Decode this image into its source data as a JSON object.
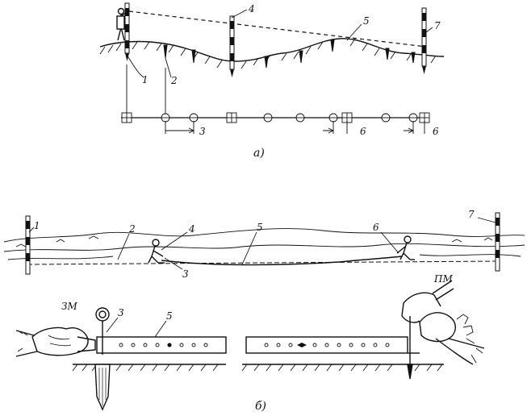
{
  "panel_a": {
    "caption": "а)",
    "labels": {
      "n1": "1",
      "n2": "2",
      "n3": "3",
      "n4": "4",
      "n5": "5",
      "n6a": "6",
      "n6b": "6",
      "n7": "7"
    }
  },
  "panel_b": {
    "caption": "б)",
    "labels": {
      "n1": "1",
      "n2": "2",
      "n3": "3",
      "n4": "4",
      "n5": "5",
      "n6": "6",
      "n7": "7",
      "zm": "ЗМ",
      "pm": "ПМ",
      "d3": "3",
      "d5": "5"
    }
  }
}
